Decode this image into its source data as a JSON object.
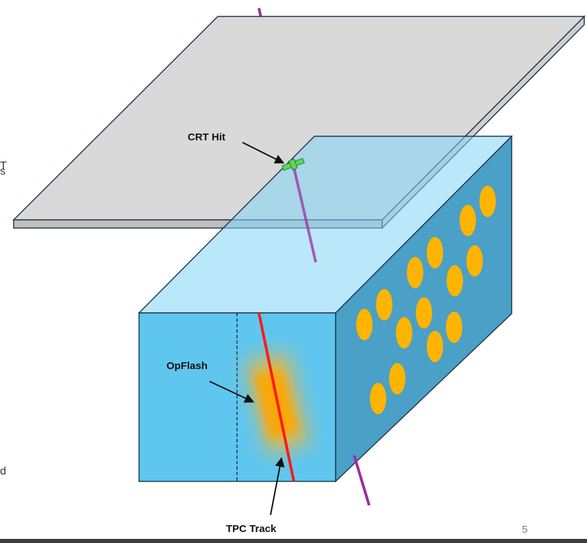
{
  "labels": {
    "crt_hit": "CRT Hit",
    "opflash": "OpFlash",
    "tpc_track": "TPC Track",
    "page_number": "5",
    "cut_text_1": "T",
    "cut_text_2": "s",
    "cut_text_3": "d"
  },
  "colors": {
    "plate_top": "#d9d9d9",
    "plate_edge": "#bfbfbf",
    "box_front": "#5fc6f0",
    "box_top": "#82d3f5",
    "box_side": "#4aa0c6",
    "pmt": "#ffb400",
    "muon_track": "#9b2fa0",
    "tpc_track": "#ff1a1a",
    "crt_hit_marker": "#5cd65c",
    "flash_glow": "#ffb11f",
    "outline": "#1f3550"
  },
  "icons": {
    "crt_hit_marker": "green-cross-icon"
  }
}
